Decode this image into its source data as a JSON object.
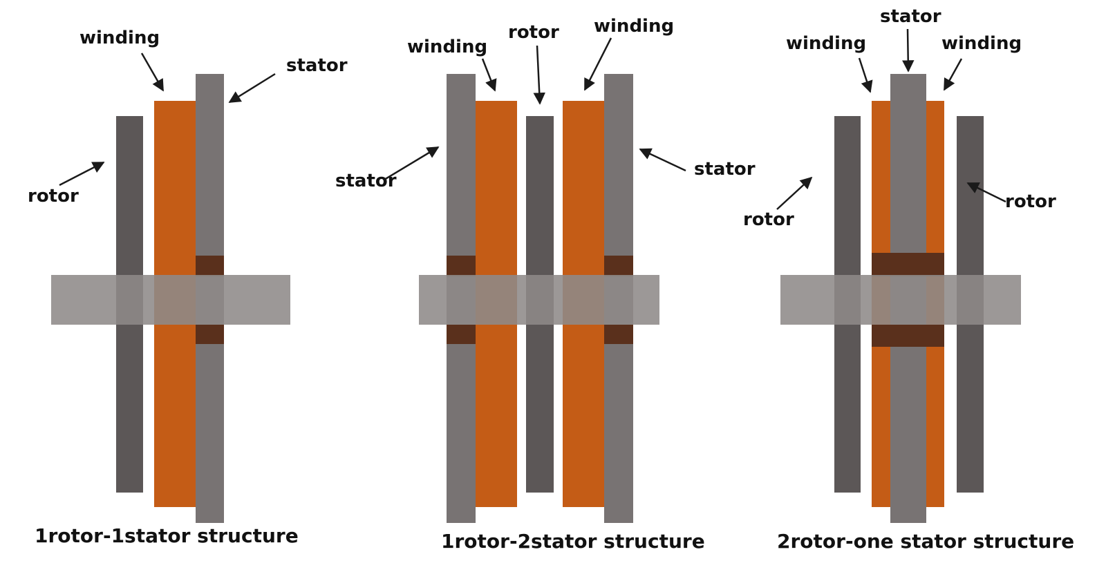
{
  "colors": {
    "rotor": "#5c5757",
    "stator": "#787373",
    "winding": "#c45c16",
    "core_block": "#5a301c",
    "shaft": "#8e8a89",
    "text": "#111111",
    "background": "#ffffff"
  },
  "panels": [
    {
      "id": "1rotor-1stator",
      "caption": "1rotor-1stator structure",
      "labels": [
        {
          "text": "winding",
          "part": "winding"
        },
        {
          "text": "stator",
          "part": "stator"
        },
        {
          "text": "rotor",
          "part": "rotor"
        }
      ]
    },
    {
      "id": "1rotor-2stator",
      "caption": "1rotor-2stator structure",
      "labels": [
        {
          "text": "winding",
          "part": "winding-left"
        },
        {
          "text": "rotor",
          "part": "rotor"
        },
        {
          "text": "winding",
          "part": "winding-right"
        },
        {
          "text": "stator",
          "part": "stator-left"
        },
        {
          "text": "stator",
          "part": "stator-right"
        }
      ]
    },
    {
      "id": "2rotor-1stator",
      "caption": "2rotor-one stator structure",
      "labels": [
        {
          "text": "stator",
          "part": "stator"
        },
        {
          "text": "winding",
          "part": "winding-left"
        },
        {
          "text": "winding",
          "part": "winding-right"
        },
        {
          "text": "rotor",
          "part": "rotor-left"
        },
        {
          "text": "rotor",
          "part": "rotor-right"
        }
      ]
    }
  ]
}
